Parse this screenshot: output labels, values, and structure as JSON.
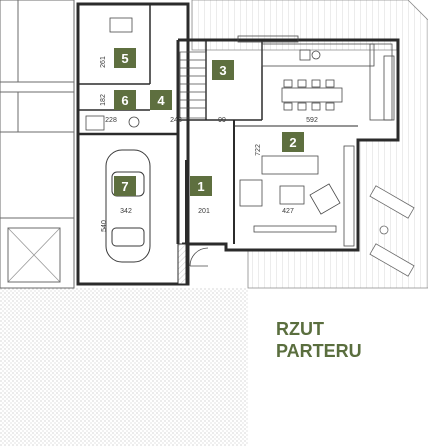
{
  "title": {
    "line1": "RZUT",
    "line2": "PARTERU"
  },
  "colors": {
    "badge": "#5e6f3f",
    "title": "#5a6e3e",
    "wall": "#2b2b2b",
    "grass": "#d9d9d9",
    "deck": "#efefef"
  },
  "rooms": [
    {
      "num": "1",
      "area": "201"
    },
    {
      "num": "2",
      "area": "427"
    },
    {
      "num": "3",
      "area": "592"
    },
    {
      "num": "4",
      "area": "99"
    },
    {
      "num": "5",
      "area": "261"
    },
    {
      "num": "6",
      "area": "182"
    },
    {
      "num": "7",
      "area": "342"
    }
  ],
  "dims": {
    "d228": "228",
    "d243": "243",
    "d722": "722",
    "d540": "540"
  }
}
